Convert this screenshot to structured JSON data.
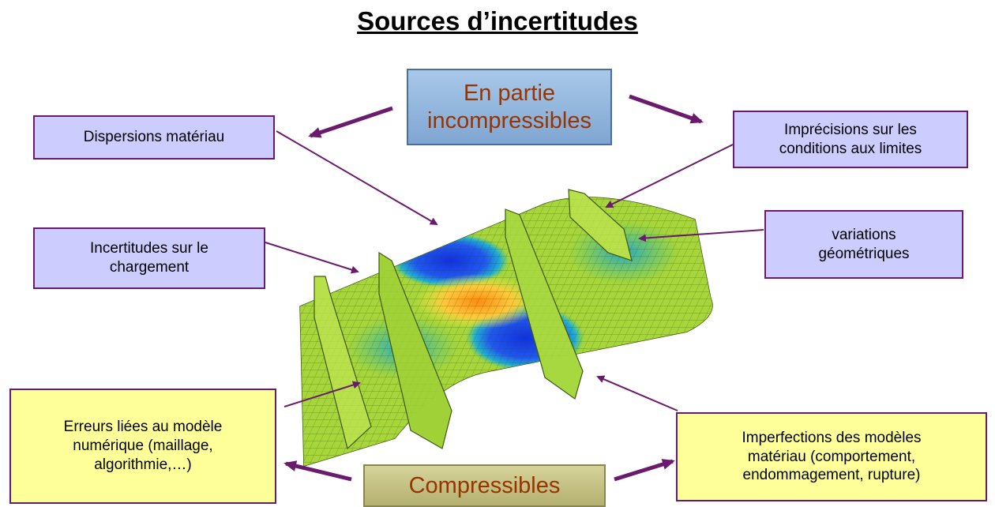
{
  "title": "Sources d’incertitudes",
  "center_top": [
    "En partie",
    "incompressibles"
  ],
  "center_bottom": "Compressibles",
  "boxes": {
    "dispersions": "Dispersions matériau",
    "imprecisions": [
      "Imprécisions sur les",
      "conditions aux limites"
    ],
    "chargement": [
      "Incertitudes sur le",
      "chargement"
    ],
    "variations": [
      "variations",
      "géométriques"
    ],
    "erreurs": [
      "Erreurs liées au modèle",
      "numérique (maillage,",
      "algorithmie,…)"
    ],
    "imperfections": [
      "Imperfections des modèles",
      "matériau (comportement,",
      "endommagement, rupture)"
    ]
  },
  "colors": {
    "arrow": "#6a1b6e",
    "label_box": "#ccccff",
    "yellow_box": "#ffff99",
    "highlight_text": "#993300"
  }
}
